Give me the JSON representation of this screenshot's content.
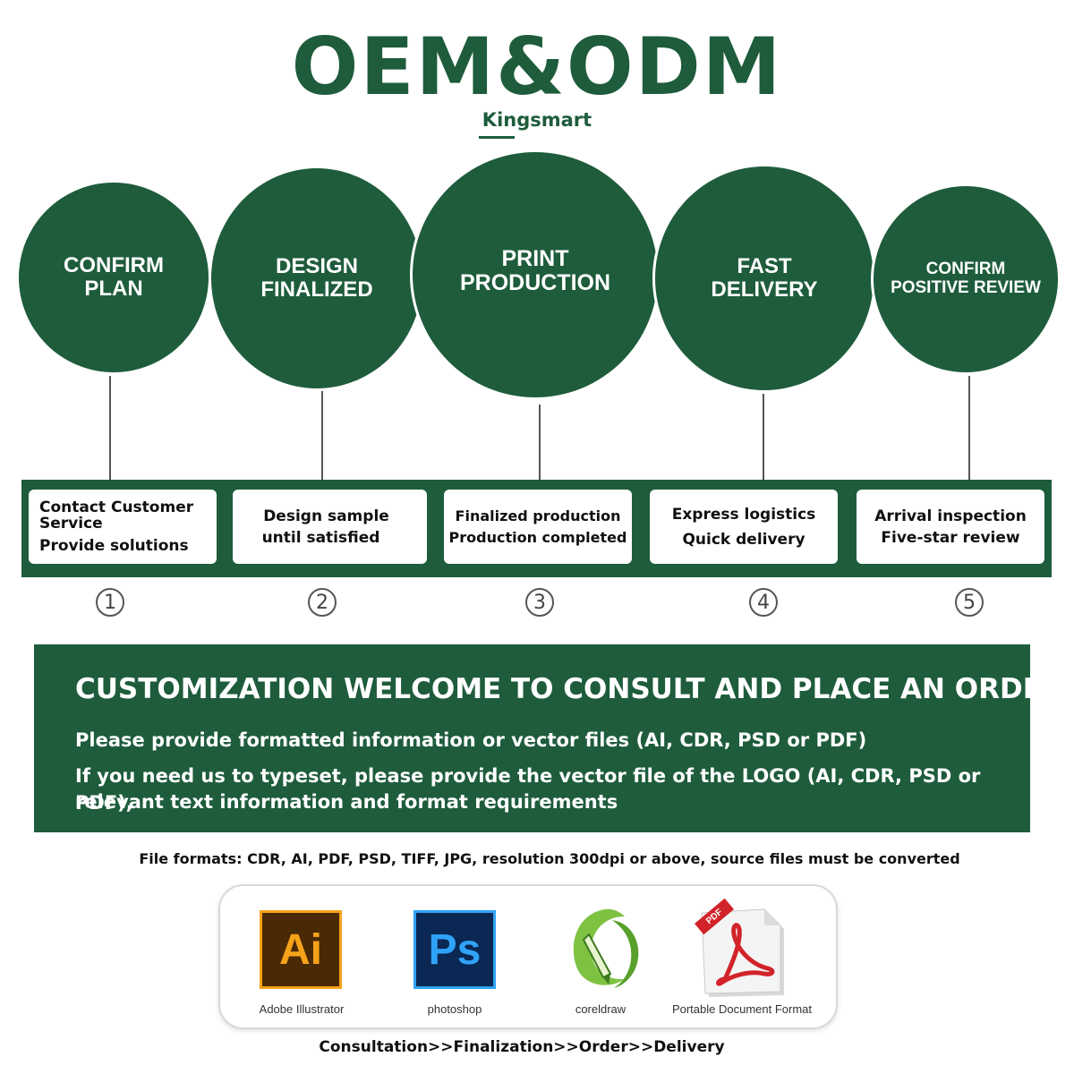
{
  "header": {
    "title": "OEM&ODM",
    "brand": "Kingsmart"
  },
  "steps": [
    {
      "title": "CONFIRM\nPLAN",
      "desc": [
        "Contact Customer",
        "Service",
        "Provide solutions"
      ],
      "number": "1"
    },
    {
      "title": "DESIGN\nFINALIZED",
      "desc": [
        "Design sample",
        "until satisfied"
      ],
      "number": "2"
    },
    {
      "title": "PRINT\nPRODUCTION",
      "desc": [
        "Finalized production",
        "Production completed"
      ],
      "number": "3"
    },
    {
      "title": "FAST\nDELIVERY",
      "desc": [
        "Express logistics",
        "Quick delivery"
      ],
      "number": "4"
    },
    {
      "title": "CONFIRM\nPOSITIVE REVIEW",
      "desc": [
        "Arrival inspection",
        "Five-star review"
      ],
      "number": "5"
    }
  ],
  "consult": {
    "heading": "CUSTOMIZATION WELCOME TO CONSULT AND PLACE AN ORDER",
    "line1": "Please provide formatted information or vector files (AI, CDR, PSD or PDF)",
    "line2": "If you need us to typeset, please provide the vector file of the LOGO (AI, CDR, PSD or PDF),",
    "line3": "relevant text information and format requirements"
  },
  "formats_note": "File formats: CDR, AI, PDF, PSD, TIFF, JPG, resolution 300dpi or above, source files must be converted",
  "apps": [
    {
      "icon": "adobe-illustrator-icon",
      "glyph": "Ai",
      "label": "Adobe Illustrator"
    },
    {
      "icon": "photoshop-icon",
      "glyph": "Ps",
      "label": "photoshop"
    },
    {
      "icon": "coreldraw-icon",
      "label": "coreldraw"
    },
    {
      "icon": "pdf-icon",
      "badge": "PDF",
      "label": "Portable Document Format"
    }
  ],
  "footer": "Consultation>>Finalization>>Order>>Delivery",
  "colors": {
    "brand_green": "#1e5c3c",
    "ai_orange": "#f7a21b",
    "ai_bg": "#4a2a05",
    "ps_blue": "#2fa3f7",
    "ps_bg": "#0b2753",
    "corel_green": "#7ec242",
    "pdf_red": "#d2232a"
  }
}
